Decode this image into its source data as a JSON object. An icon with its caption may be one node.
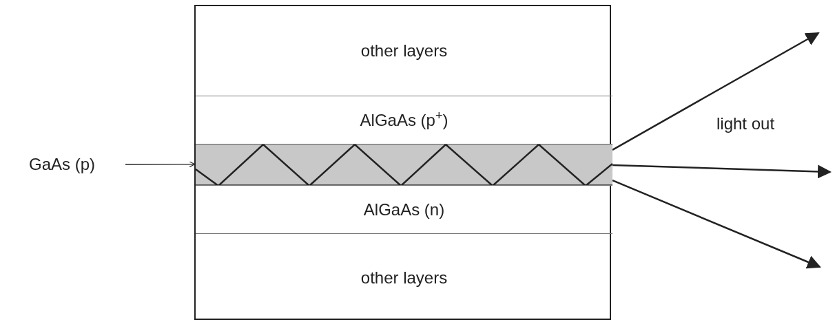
{
  "diagram": {
    "nodes": [
      {
        "text": [],
        "shape": "box"
      },
      {
        "text": [
          "other layers"
        ],
        "in": 0
      },
      {
        "text": [
          "AlGaAs (p$^{+}$)"
        ],
        "in": 0
      },
      {
        "text": [],
        "shape": "bar",
        "in": 0
      },
      {
        "text": [
          "AlGaAs (n)"
        ],
        "in": 0
      },
      {
        "text": [
          "other layers"
        ],
        "in": 0
      },
      {
        "text": [
          "GaAs (p)"
        ]
      }
    ],
    "edges": [
      {
        "from": 6,
        "to": 3,
        "arrow": "to"
      },
      {
        "from": 3,
        "to": null,
        "arrow": "to"
      },
      {
        "from": 3,
        "to": null,
        "arrow": "to"
      },
      {
        "from": 3,
        "to": null,
        "arrow": "to"
      }
    ],
    "labels": [
      "light out"
    ]
  }
}
